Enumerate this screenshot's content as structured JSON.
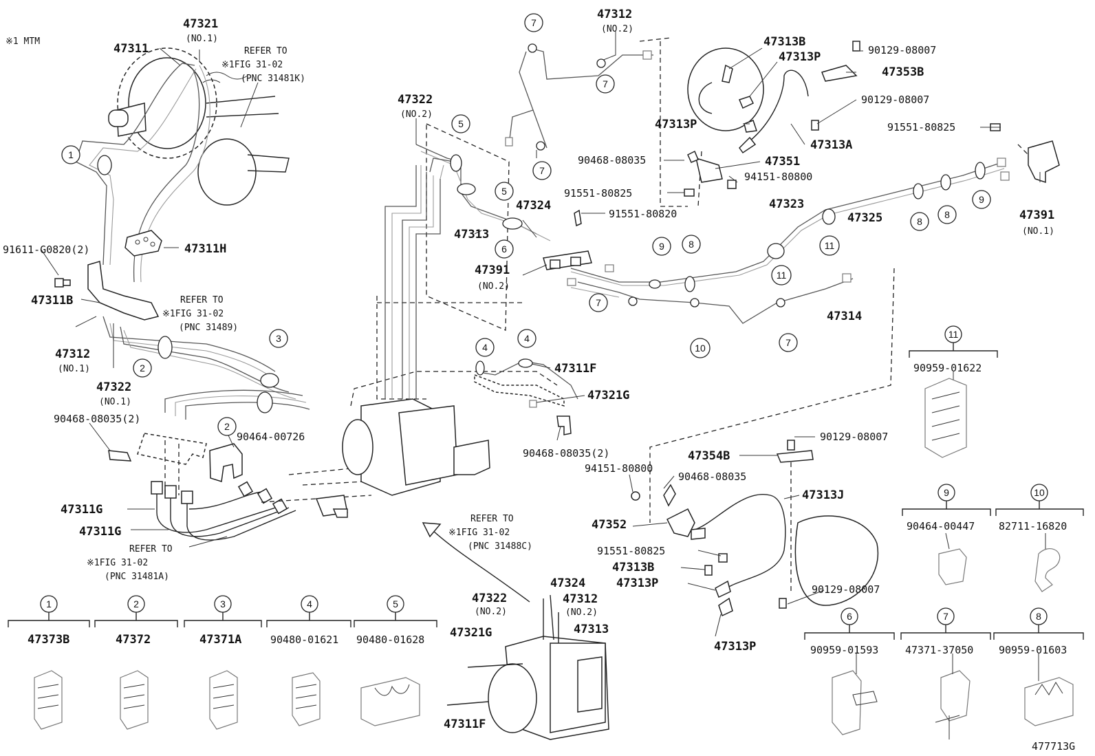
{
  "note": "※1 MTM",
  "catalog": "477713G",
  "refer_to": "REFER TO",
  "refs": {
    "r31481k_fig": "※1FIG 31-02",
    "r31481k_pnc": "(PNC 31481K)",
    "r31489_fig": "※1FIG 31-02",
    "r31489_pnc": "(PNC 31489)",
    "r31481a_fig": "※1FIG 31-02",
    "r31481a_pnc": "(PNC 31481A)",
    "r31488c_fig": "※1FIG 31-02",
    "r31488c_pnc": "(PNC 31488C)"
  },
  "labels": {
    "p47311": "47311",
    "p47321": "47321",
    "p47321_sub": "(NO.1)",
    "p47312_top": "47312",
    "p47312_top_sub": "(NO.2)",
    "p47322_top": "47322",
    "p47322_top_sub": "(NO.2)",
    "p47313b_top": "47313B",
    "p47313p_top": "47313P",
    "p90129_a": "90129-08007",
    "p47353b": "47353B",
    "p90129_b": "90129-08007",
    "p47313p_mid": "47313P",
    "p47313a": "47313A",
    "p91551_a": "91551-80825",
    "p90468_a": "90468-08035",
    "p47351": "47351",
    "p94151_a": "94151-80800",
    "p91551_b": "91551-80825",
    "p91551_c": "91551-80820",
    "p47323": "47323",
    "p47325": "47325",
    "p47391_r": "47391",
    "p47391_r_sub": "(NO.1)",
    "p47324_top": "47324",
    "p47313_mid": "47313",
    "p47391_m": "47391",
    "p47391_m_sub": "(NO.2)",
    "p91611": "91611-G0820(2)",
    "p47311h": "47311H",
    "p47311b": "47311B",
    "p47312_l": "47312",
    "p47312_l_sub": "(NO.1)",
    "p47322_l": "47322",
    "p47322_l_sub": "(NO.1)",
    "p47314": "47314",
    "p47311f_top": "47311F",
    "p47321g_top": "47321G",
    "p90468_b": "90468-08035(2)",
    "p90464_a": "90464-00726",
    "p90468_c": "90468-08035(2)",
    "p47311g_a": "47311G",
    "p47311g_b": "47311G",
    "p90129_c": "90129-08007",
    "p47354b": "47354B",
    "p94151_b": "94151-80800",
    "p90468_d": "90468-08035",
    "p47313j": "47313J",
    "p47352": "47352",
    "p91551_d": "91551-80825",
    "p47313b_bot": "47313B",
    "p47313p_bot": "47313P",
    "p90129_d": "90129-08007",
    "p47313p_bot2": "47313P",
    "p47324_bot": "47324",
    "p47322_bot": "47322",
    "p47322_bot_sub": "(NO.2)",
    "p47312_bot": "47312",
    "p47312_bot_sub": "(NO.2)",
    "p47321g_bot": "47321G",
    "p47313_bot": "47313",
    "p47311f_bot": "47311F"
  },
  "callouts": {
    "c1": "1",
    "c2a": "2",
    "c2b": "2",
    "c3": "3",
    "c4a": "4",
    "c4b": "4",
    "c5a": "5",
    "c5b": "5",
    "c6": "6",
    "c7a": "7",
    "c7b": "7",
    "c7c": "7",
    "c7d": "7",
    "c7e": "7",
    "c8a": "8",
    "c8b": "8",
    "c8c": "8",
    "c9a": "9",
    "c9b": "9",
    "c10": "10",
    "c11a": "11",
    "c11b": "11"
  },
  "legend": [
    {
      "num": "1",
      "part": "47373B"
    },
    {
      "num": "2",
      "part": "47372"
    },
    {
      "num": "3",
      "part": "47371A"
    },
    {
      "num": "4",
      "part": "90480-01621"
    },
    {
      "num": "5",
      "part": "90480-01628"
    },
    {
      "num": "6",
      "part": "90959-01593"
    },
    {
      "num": "7",
      "part": "47371-37050"
    },
    {
      "num": "8",
      "part": "90959-01603"
    },
    {
      "num": "9",
      "part": "90464-00447"
    },
    {
      "num": "10",
      "part": "82711-16820"
    },
    {
      "num": "11",
      "part": "90959-01622"
    }
  ]
}
